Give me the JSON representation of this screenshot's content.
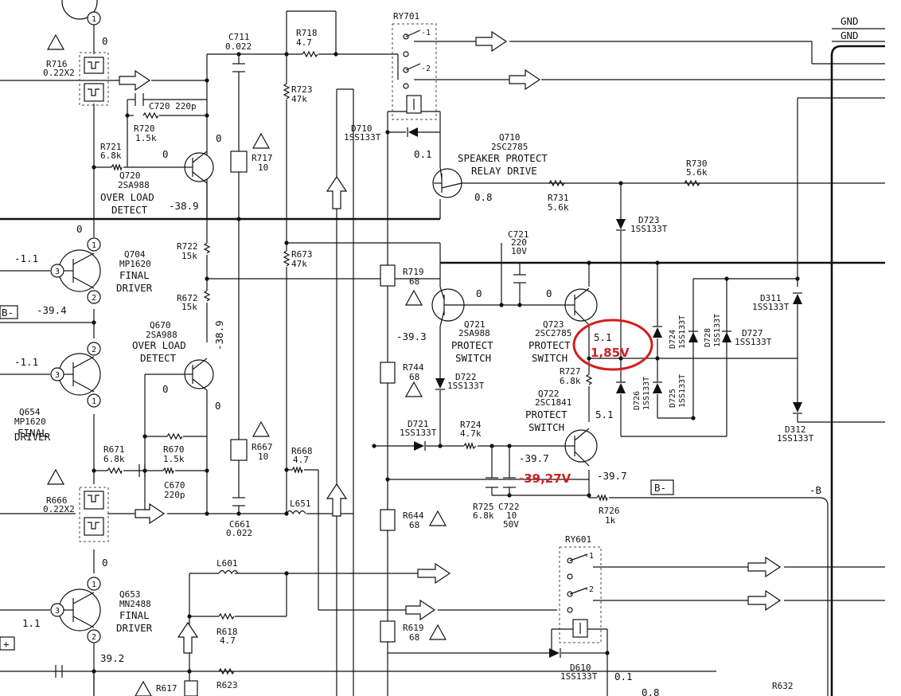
{
  "components": {
    "ry701": "RY701",
    "ry701_c1": "-1",
    "ry701_c2": "-2",
    "ry601": "RY601",
    "ry601_c1": "-1",
    "ry601_c2": "-2",
    "r716": "R716",
    "r716_v": "0.22X2",
    "r666": "R666",
    "r666_v": "0.22X2",
    "c711": "C711",
    "c711_v": "0.022",
    "r718": "R718",
    "r718_v": "4.7",
    "r723": "R723",
    "r723_v": "47k",
    "c720": "C720 220p",
    "r720": "R720",
    "r720_v": "1.5k",
    "r721": "R721",
    "r721_v": "6.8k",
    "q720": "Q720",
    "q720_v": "2SA988",
    "q720_desc1": "OVER LOAD",
    "q720_desc2": "DETECT",
    "r717": "R717",
    "r717_v": "10",
    "d710": "D710",
    "d710_v": "1SS133T",
    "q710": "Q710",
    "q710_v": "2SC2785",
    "q710_desc1": "SPEAKER PROTECT",
    "q710_desc2": "RELAY DRIVE",
    "r730": "R730",
    "r730_v": "5.6k",
    "r731": "R731",
    "r731_v": "5.6k",
    "d723": "D723",
    "d723_v": "1SS133T",
    "q704": "Q704",
    "q704_v": "MP1620",
    "q704_desc1": "FINAL",
    "q704_desc2": "DRIVER",
    "r722": "R722",
    "r722_v": "15k",
    "r673": "R673",
    "r673_v": "47k",
    "c721": "C721",
    "c721_v1": "220",
    "c721_v2": "10V",
    "r719": "R719",
    "r719_v": "68",
    "r672": "R672",
    "r672_v": "15k",
    "q721": "Q721",
    "q721_v": "2SA988",
    "q721_desc1": "PROTECT",
    "q721_desc2": "SWITCH",
    "q723": "Q723",
    "q723_v": "2SC2785",
    "q723_desc1": "PROTECT",
    "q723_desc2": "SWITCH",
    "d311": "D311",
    "d311_v": "1SS133T",
    "d724": "D724",
    "d724_v": "1SS133T",
    "d728": "D728",
    "d728_v": "1SS133T",
    "d727": "D727",
    "d727_v": "1SS133T",
    "q670": "Q670",
    "q670_v": "2SA988",
    "q670_desc1": "OVER LOAD",
    "q670_desc2": "DETECT",
    "r744": "R744",
    "r744_v": "68",
    "d722": "D722",
    "d722_v": "1SS133T",
    "r727": "R727",
    "r727_v": "6.8k",
    "d726": "D726",
    "d726_v": "1SS133T",
    "d725": "D725",
    "d725_v": "1SS133T",
    "q722": "Q722",
    "q722_v": "2SC1841",
    "q722_desc1": "PROTECT",
    "q722_desc2": "SWITCH",
    "d312": "D312",
    "d312_v": "1SS133T",
    "q654": "Q654",
    "q654_v": "MP1620",
    "q654_desc1": "FINAL",
    "q654_desc2": "DRIVER",
    "d721": "D721",
    "d721_v": "1SS133T",
    "r724": "R724",
    "r724_v": "4.7k",
    "r671": "R671",
    "r671_v": "6.8k",
    "r670": "R670",
    "r670_v": "1.5k",
    "c670": "C670",
    "c670_v": "220p",
    "r667": "R667",
    "r667_v": "10",
    "r668": "R668",
    "r668_v": "4.7",
    "l651": "L651",
    "r725": "R725",
    "r725_v": "6.8k",
    "c722": "C722",
    "c722_v1": "10",
    "c722_v2": "50V",
    "r726": "R726",
    "r726_v": "1k",
    "c661": "C661",
    "c661_v": "0.022",
    "r644": "R644",
    "r644_v": "68",
    "q653": "Q653",
    "q653_v": "MN2488",
    "q653_desc1": "FINAL",
    "q653_desc2": "DRIVER",
    "l601": "L601",
    "r618": "R618",
    "r618_v": "4.7",
    "r619": "R619",
    "r619_v": "68",
    "d610": "D610",
    "d610_v": "1SS133T",
    "r617": "R617",
    "r623": "R623",
    "r632": "R632"
  },
  "voltages": {
    "q_top": "0",
    "q720_b": "0",
    "q720_c": "0",
    "q720_e": "-38.9",
    "q710_b": "0.1",
    "q710_e": "0.8",
    "q704_b": "-1.1",
    "q704_c": "0",
    "q704_e": "-39.4",
    "q721_c": "0",
    "q721_e": "-39.3",
    "q723_b": "0",
    "q723_e": "5.1",
    "q670_c": "-38.9",
    "q670_b": "0",
    "q670_e": "0",
    "q654_b": "-1.1",
    "q722_c": "5.1",
    "q722_b": "-39.7",
    "q722_e": "-39.7",
    "q653_c": "0",
    "q653_b": "1.1",
    "q653_e": "39.2",
    "ry601_in": "0.1",
    "bottom_right": "0.8"
  },
  "pins": {
    "p1": "1",
    "p2": "2",
    "p3": "3"
  },
  "rails": {
    "gnd1": "GND",
    "gnd2": "GND",
    "b_minus": "B-",
    "b_minus_r": "B-",
    "minus_b": "-B",
    "b_plus": "+"
  },
  "annotations": {
    "measured_base": "1,85V",
    "measured_cap": "-39,27V",
    "color": "#d21f1f"
  }
}
